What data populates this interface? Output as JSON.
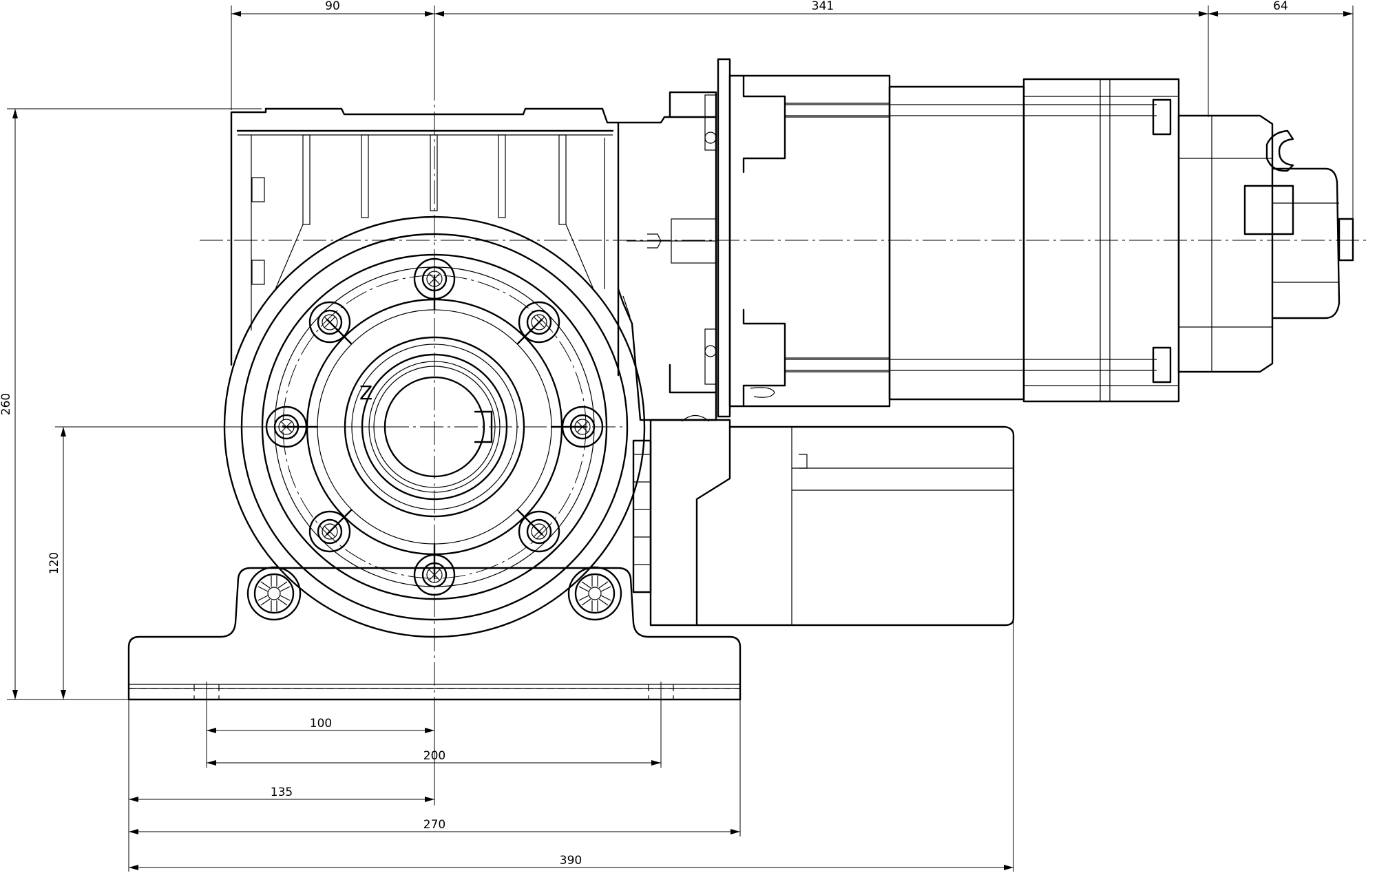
{
  "dimensions": {
    "d90": "90",
    "d341": "341",
    "d64": "64",
    "d260": "260",
    "d120": "120",
    "d100": "100",
    "d200": "200",
    "d135": "135",
    "d270": "270",
    "d390": "390"
  },
  "labels": {
    "rotation_mark": "Z"
  },
  "colors": {
    "line": "#000000",
    "background": "#ffffff"
  }
}
